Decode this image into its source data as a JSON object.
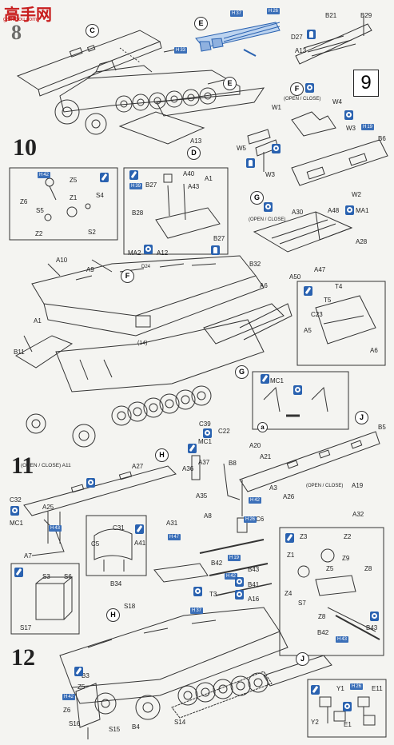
{
  "watermark": {
    "site": "高手网",
    "url": "gaoshou.com"
  },
  "steps": {
    "s8": "8",
    "s9": "9",
    "s10": "10",
    "s11": "11",
    "s12": "12"
  },
  "colors": {
    "accent": "#2a62b0",
    "line": "#333333",
    "paper": "#f4f4f1"
  },
  "labels": {
    "C_top": "C",
    "E1": "E",
    "E2": "E",
    "B21": "B21",
    "B29": "B29",
    "D27": "D27",
    "A13a": "A13",
    "F1": "F",
    "open_close1": "(OPEN / CLOSE)",
    "W4": "W4",
    "W1": "W1",
    "W3a": "W3",
    "B6": "B6",
    "W5": "W5",
    "W3b": "W3",
    "W2": "W2",
    "A13b": "A13",
    "D": "D",
    "Z6": "Z6",
    "Z5": "Z5",
    "Z1": "Z1",
    "S4": "S4",
    "S5": "S5",
    "Z2": "Z2",
    "S2": "S2",
    "A40": "A40",
    "A1a": "A1",
    "B27a": "B27",
    "A43": "A43",
    "B28": "B28",
    "B27b": "B27",
    "MA2": "MA2",
    "A12": "A12",
    "G1": "G",
    "open_close2": "(OPEN / CLOSE)",
    "A30": "A30",
    "A48": "A48",
    "MA1": "MA1",
    "A28": "A28",
    "B32": "B32",
    "A47": "A47",
    "A50": "A50",
    "A6a": "A6",
    "A10": "A10",
    "A9": "A9",
    "F2": "F",
    "D24": "D24",
    "A1b": "A1",
    "B11": "B11",
    "n14": "(14)",
    "T4": "T4",
    "T5": "T5",
    "C23": "C23",
    "A5": "A5",
    "A6b": "A6",
    "G2": "G",
    "MC1a": "MC1",
    "J1": "J",
    "B5": "B5",
    "C39": "C39",
    "MC1b": "MC1",
    "C22": "C22",
    "a": "a",
    "A20": "A20",
    "open_close3": "(OPEN / CLOSE) A11",
    "A27": "A27",
    "H1": "H",
    "A37": "A37",
    "A36": "A36",
    "B8": "B8",
    "A21": "A21",
    "A26": "A26",
    "open_close4": "(OPEN / CLOSE)",
    "A19": "A19",
    "A3": "A3",
    "A35": "A35",
    "A8": "A8",
    "A32": "A32",
    "C32": "C32",
    "A25": "A25",
    "MC1c": "MC1",
    "A7": "A7",
    "C6": "C6",
    "C31": "C31",
    "C5": "C5",
    "A41": "A41",
    "A31": "A31",
    "B34": "B34",
    "Z3": "Z3",
    "Z2b": "Z2",
    "Z1b": "Z1",
    "Z9": "Z9",
    "Z5b": "Z5",
    "Z8": "Z8",
    "Z4": "Z4",
    "S7": "S7",
    "Z8b": "Z8",
    "B42b": "B42",
    "B43b": "B43",
    "B42": "B42",
    "B43": "B43",
    "B41": "B41",
    "A16": "A16",
    "T3": "T3",
    "S3": "S3",
    "S6": "S6",
    "S17": "S17",
    "H2": "H",
    "S18": "S18",
    "J2": "J",
    "B3": "B3",
    "Z5c": "Z5",
    "Z6b": "Z6",
    "S16": "S16",
    "S15": "S15",
    "B4": "B4",
    "S14": "S14",
    "Y1": "Y1",
    "E11": "E11",
    "Y2": "Y2",
    "E1b": "E1"
  },
  "badges": [
    {
      "id": "b1",
      "text": "37",
      "color": "#3b6fb8"
    },
    {
      "id": "b2",
      "text": "26",
      "color": "#3b6fb8"
    },
    {
      "id": "b3",
      "text": "33",
      "color": "#3b6fb8"
    },
    {
      "id": "b4",
      "text": "19",
      "color": "#3b6fb8"
    },
    {
      "id": "b5",
      "text": "42",
      "color": "#3b6fb8"
    },
    {
      "id": "b6",
      "text": "39",
      "color": "#3b6fb8"
    },
    {
      "id": "b7",
      "text": "26",
      "color": "#3b6fb8"
    },
    {
      "id": "b8",
      "text": "42",
      "color": "#3b6fb8"
    },
    {
      "id": "b9",
      "text": "47",
      "color": "#3b6fb8"
    },
    {
      "id": "b10",
      "text": "19",
      "color": "#3b6fb8"
    },
    {
      "id": "b11",
      "text": "43",
      "color": "#3b6fb8"
    },
    {
      "id": "b12",
      "text": "42",
      "color": "#3b6fb8"
    },
    {
      "id": "b13",
      "text": "43",
      "color": "#3b6fb8"
    },
    {
      "id": "b14",
      "text": "26",
      "color": "#3b6fb8"
    },
    {
      "id": "b15",
      "text": "37",
      "color": "#3b6fb8"
    },
    {
      "id": "b16",
      "text": "42",
      "color": "#3b6fb8"
    }
  ],
  "icons": [
    "glue-icon",
    "brush-icon",
    "paint-icon",
    "cement-icon"
  ]
}
